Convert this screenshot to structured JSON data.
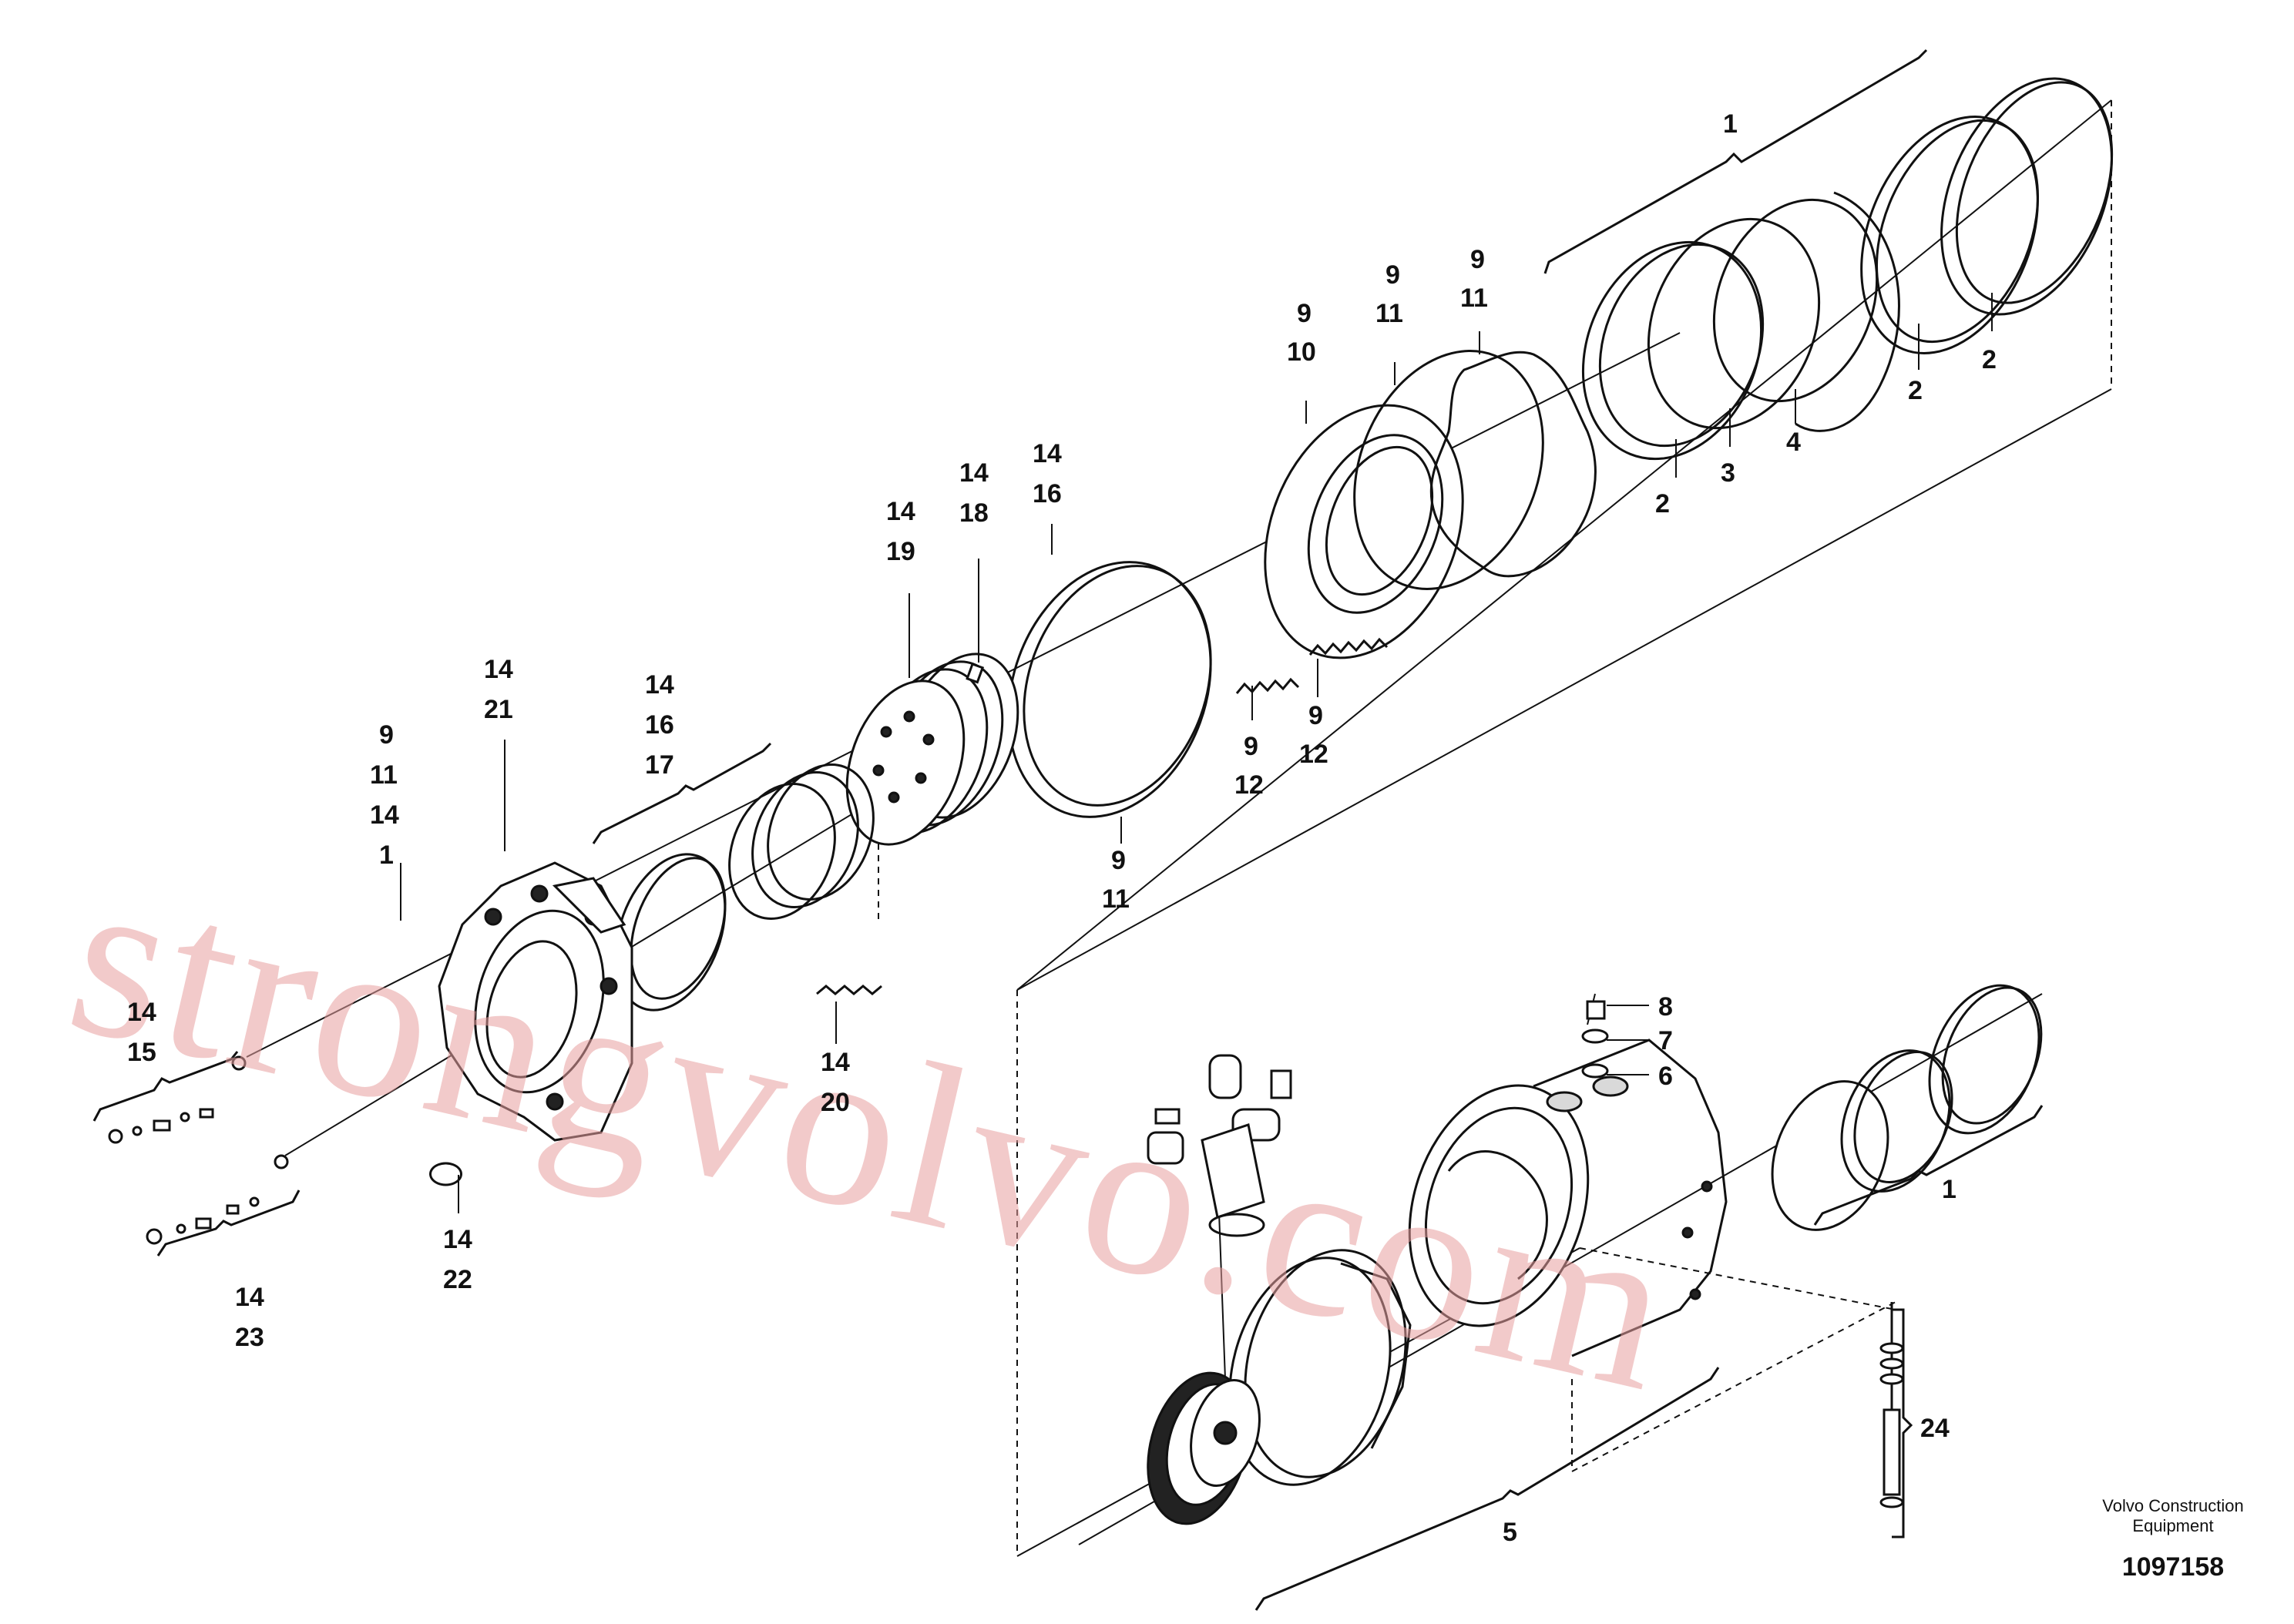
{
  "labels": {
    "l1_top": "1",
    "l2_a": "2",
    "l2_b": "2",
    "l2_c": "2",
    "l3": "3",
    "l4": "4",
    "l5": "5",
    "l6": "6",
    "l7": "7",
    "l8": "8",
    "l9_a": "9",
    "l10": "10",
    "l9_b": "9",
    "l11_b": "11",
    "l9_c": "9",
    "l11_c": "11",
    "l9_d": "9",
    "l12_d": "12",
    "l9_e": "9",
    "l12_e": "12",
    "l9_f": "9",
    "l11_f": "11",
    "l14_16": "14",
    "l16": "16",
    "l14_18": "14",
    "l18": "18",
    "l14_19": "14",
    "l19": "19",
    "l14_21": "14",
    "l21": "21",
    "l14_1617": "14",
    "l16_b": "16",
    "l17": "17",
    "l9_g": "9",
    "l11_g": "11",
    "l14_g": "14",
    "l1_g": "1",
    "l14_20": "14",
    "l20": "20",
    "l14_15": "14",
    "l15": "15",
    "l14_22": "14",
    "l22": "22",
    "l14_23": "14",
    "l23": "23",
    "l24": "24",
    "l1_bottom": "1"
  },
  "watermark": "strongvolvo.com",
  "credit": {
    "line1": "Volvo Construction",
    "line2": "Equipment",
    "drawing_number": "1097158"
  },
  "colors": {
    "line": "#111111",
    "watermark": "#e8a0a0",
    "background": "#ffffff"
  }
}
